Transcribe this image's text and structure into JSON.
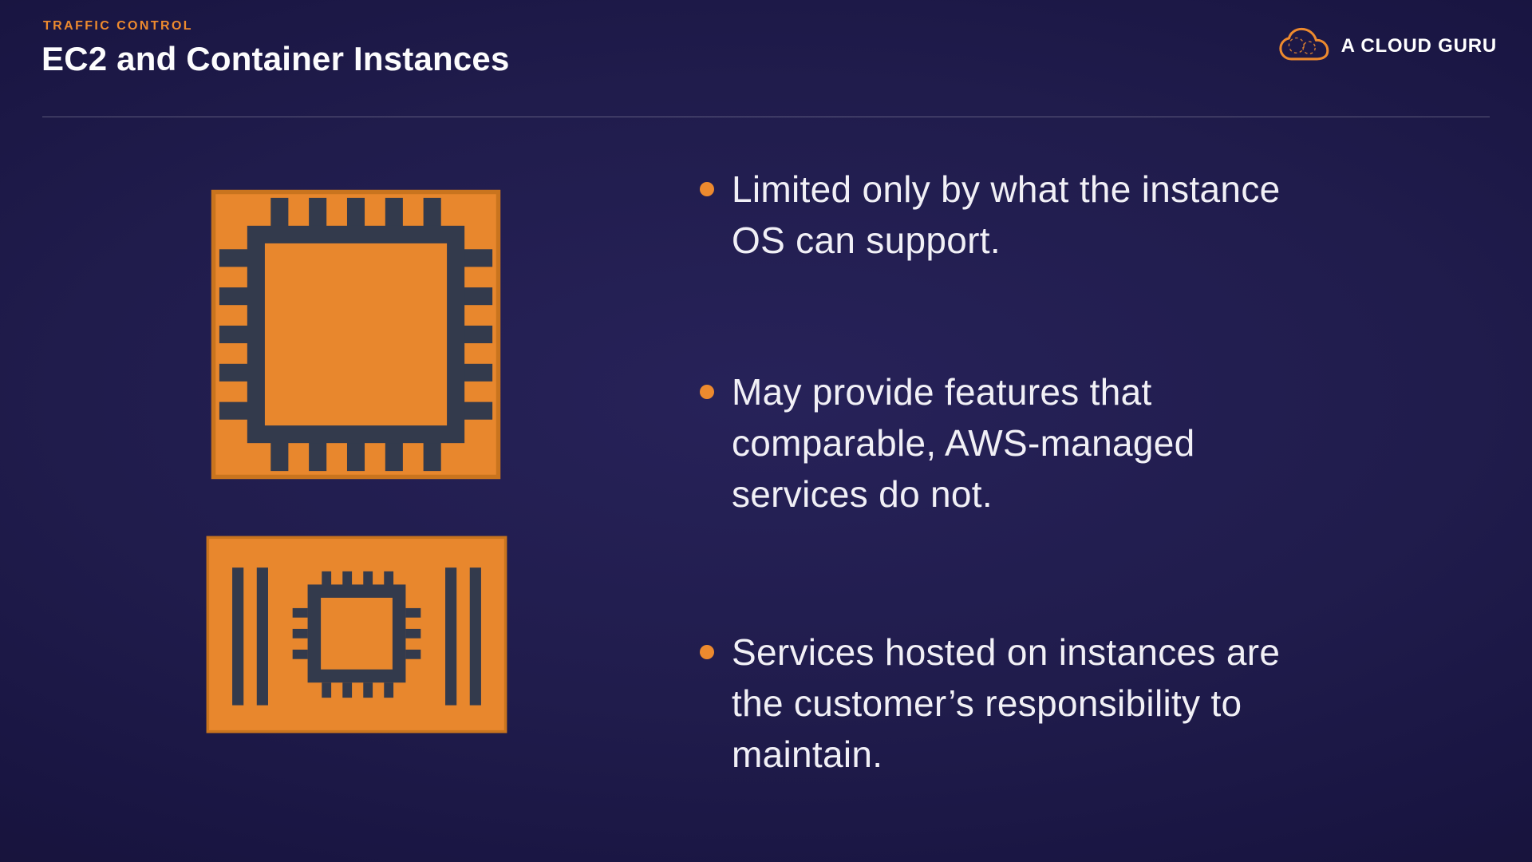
{
  "header": {
    "kicker": "TRAFFIC CONTROL",
    "title": "EC2 and Container Instances",
    "brand": "A CLOUD GURU"
  },
  "icons": {
    "logo": "cloud-icon",
    "top": "ec2-instance-icon",
    "bottom": "container-instance-icon"
  },
  "bullets": [
    {
      "text": "Limited only by what the instance\nOS can support."
    },
    {
      "text": "May provide features that\ncomparable, AWS-managed\nservices do not."
    },
    {
      "text": "Services hosted on instances are\nthe customer’s responsibility to\nmaintain."
    }
  ],
  "colors": {
    "accent_orange": "#ED8A2E",
    "icon_orange": "#E8872D",
    "icon_detail": "#333A4C",
    "background": "#1E1A46",
    "text": "#F1F0F6"
  }
}
